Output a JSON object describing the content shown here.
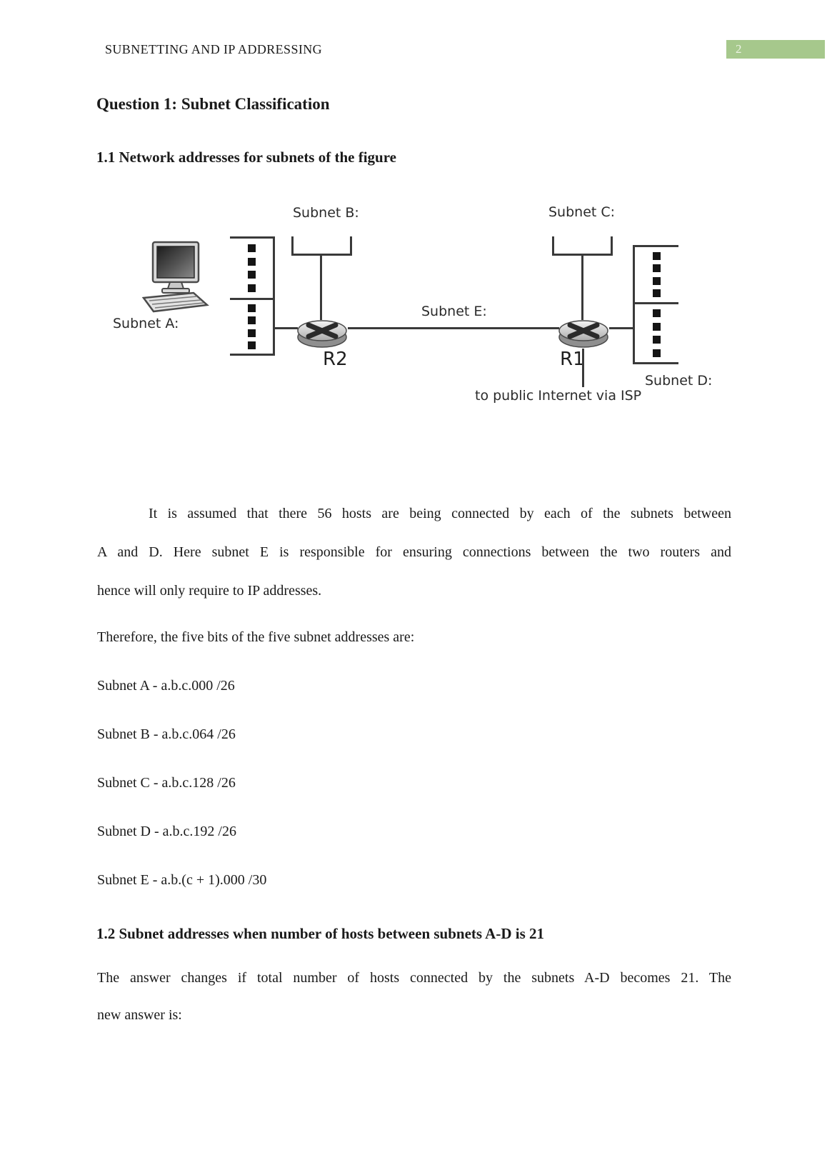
{
  "header": {
    "title": "SUBNETTING AND IP ADDRESSING",
    "page_number": "2"
  },
  "headings": {
    "question1": "Question 1: Subnet Classification",
    "section11": "1.1 Network addresses for subnets of the figure",
    "section12": "1.2 Subnet addresses when number of hosts between subnets A-D is 21"
  },
  "diagram": {
    "subnet_a_label": "Subnet A:",
    "subnet_b_label": "Subnet B:",
    "subnet_c_label": "Subnet C:",
    "subnet_d_label": "Subnet D:",
    "subnet_e_label": "Subnet E:",
    "router1_label": "R1",
    "router2_label": "R2",
    "isp_label": "to public Internet via ISP"
  },
  "paragraphs": {
    "intro_lines": [
      "It is assumed that there 56 hosts are being connected by each of the subnets between",
      "A and D. Here subnet E is responsible for ensuring connections between the two routers and",
      "hence will only require to IP addresses."
    ],
    "therefore": "Therefore, the five bits of the five subnet addresses are:",
    "answer_lines": [
      "The answer changes if total number of hosts connected by the subnets A-D becomes 21. The",
      "new answer is:"
    ]
  },
  "subnets": [
    "Subnet A - a.b.c.000 /26",
    "Subnet B - a.b.c.064 /26",
    "Subnet C - a.b.c.128 /26",
    "Subnet D - a.b.c.192 /26",
    "Subnet E - a.b.(c + 1).000 /30"
  ],
  "colors": {
    "page_badge_bg": "#a6c88c",
    "page_badge_text": "#edf4e5",
    "line_color": "#3a3a3a"
  }
}
